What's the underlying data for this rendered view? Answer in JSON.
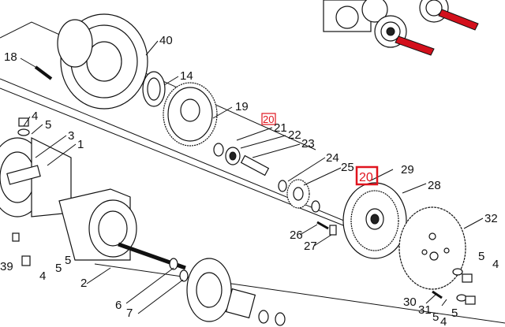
{
  "diagram": {
    "parts": [
      {
        "id": "p40",
        "label": "40"
      },
      {
        "id": "p18",
        "label": "18"
      },
      {
        "id": "p14",
        "label": "14"
      },
      {
        "id": "p19",
        "label": "19"
      },
      {
        "id": "p20a",
        "label": "20",
        "highlight": "outline"
      },
      {
        "id": "p21",
        "label": "21"
      },
      {
        "id": "p22",
        "label": "22"
      },
      {
        "id": "p23",
        "label": "23"
      },
      {
        "id": "p24",
        "label": "24"
      },
      {
        "id": "p25",
        "label": "25"
      },
      {
        "id": "p20b",
        "label": "20",
        "highlight": "selected"
      },
      {
        "id": "p29",
        "label": "29"
      },
      {
        "id": "p28",
        "label": "28"
      },
      {
        "id": "p32",
        "label": "32"
      },
      {
        "id": "p4a",
        "label": "4"
      },
      {
        "id": "p5a",
        "label": "5"
      },
      {
        "id": "p3",
        "label": "3"
      },
      {
        "id": "p1",
        "label": "1"
      },
      {
        "id": "p26",
        "label": "26"
      },
      {
        "id": "p27",
        "label": "27"
      },
      {
        "id": "p5b",
        "label": "5"
      },
      {
        "id": "p4b",
        "label": "4"
      },
      {
        "id": "p39",
        "label": "39"
      },
      {
        "id": "p5c",
        "label": "5"
      },
      {
        "id": "p5d",
        "label": "5"
      },
      {
        "id": "p4c",
        "label": "4"
      },
      {
        "id": "p2",
        "label": "2"
      },
      {
        "id": "p6",
        "label": "6"
      },
      {
        "id": "p7",
        "label": "7"
      },
      {
        "id": "p30",
        "label": "30"
      },
      {
        "id": "p31",
        "label": "31"
      },
      {
        "id": "p5e",
        "label": "5"
      },
      {
        "id": "p5f",
        "label": "5"
      },
      {
        "id": "p4d",
        "label": "4"
      }
    ],
    "colors": {
      "highlight": "#e0141e",
      "arrow": "#d3101c",
      "ink": "#111111"
    }
  }
}
